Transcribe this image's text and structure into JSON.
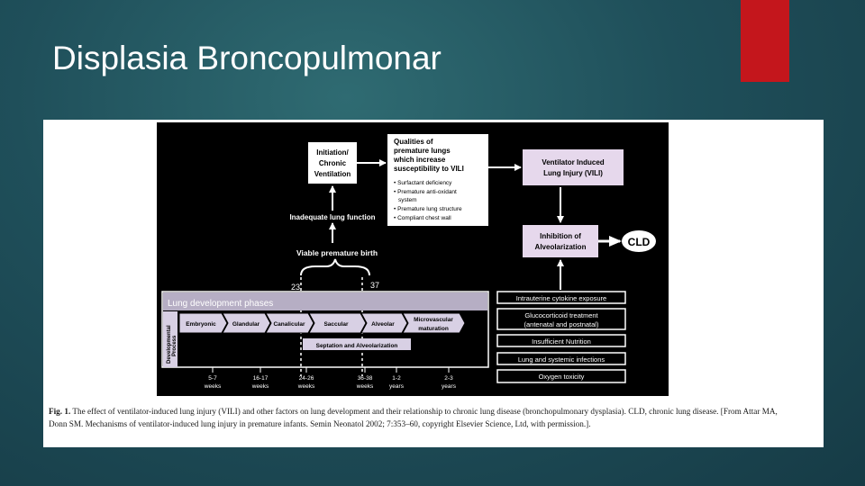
{
  "slide": {
    "title": "Displasia Broncopulmonar",
    "accent_color": "#c4161c"
  },
  "diagram": {
    "initiation": [
      "Initiation/",
      "Chronic",
      "Ventilation"
    ],
    "qualities_title": [
      "Qualities of",
      "premature lungs",
      "which increase",
      "susceptibility to VILI"
    ],
    "qualities_list": [
      "Surfactant deficiency",
      "Premature anti-oxidant",
      "system",
      "Premature lung structure",
      "Compliant chest wall"
    ],
    "vili": [
      "Ventilator Induced",
      "Lung Injury (VILI)"
    ],
    "inhibition": [
      "Inhibition of",
      "Alveolarization"
    ],
    "cld": "CLD",
    "inadequate": "Inadequate lung function",
    "viable": "Viable premature birth",
    "week_23": "23",
    "week_37": "37",
    "lung_phases_title": "Lung development phases",
    "dev_process": [
      "Developmental",
      "Process"
    ],
    "phases": [
      "Embryonic",
      "Glandular",
      "Canalicular",
      "Saccular",
      "Alveolar"
    ],
    "microvascular": [
      "Microvascular",
      "maturation"
    ],
    "septation": "Septation and Alveolarization",
    "timeline": [
      [
        "5-7",
        "weeks"
      ],
      [
        "16-17",
        "weeks"
      ],
      [
        "24-26",
        "weeks"
      ],
      [
        "36-38",
        "weeks"
      ],
      [
        "1-2",
        "years"
      ],
      [
        "2-3",
        "years"
      ]
    ],
    "factors": [
      [
        "Intrauterine cytokine exposure"
      ],
      [
        "Glucocorticoid treatment",
        "(antenatal and postnatal)"
      ],
      [
        "Insufficient Nutrition"
      ],
      [
        "Lung and systemic infections"
      ],
      [
        "Oxygen toxicity"
      ]
    ]
  },
  "caption": {
    "label": "Fig. 1.",
    "text": "The effect of ventilator-induced lung injury (VILI) and other factors on lung development and their relationship to chronic lung disease (bronchopulmonary dysplasia). CLD, chronic lung disease. [From Attar MA, Donn SM. Mechanisms of ventilator-induced lung injury in premature infants. Semin Neonatol 2002; 7:353–60, copyright Elsevier Science, Ltd, with permission.]."
  }
}
